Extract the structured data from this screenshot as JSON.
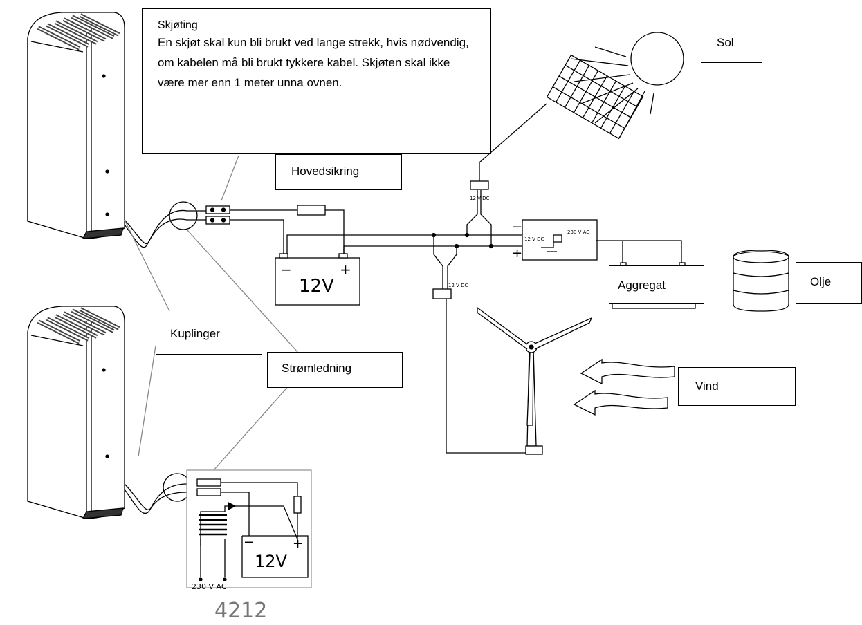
{
  "labels": {
    "skjoting_title": "Skjøting",
    "skjoting_text": "En skjøt skal kun bli brukt ved lange strekk, hvis nødvendig, om kabelen må bli brukt tykkere kabel. Skjøten skal ikke være mer enn 1 meter unna ovnen.",
    "hovedsikring": "Hovedsikring",
    "sol": "Sol",
    "aggregat": "Aggregat",
    "olje": "Olje",
    "kuplinger": "Kuplinger",
    "stromledning": "Strømledning",
    "vind": "Vind"
  },
  "drawing_text": {
    "battery_main": "12V",
    "battery_small": "12V",
    "minus": "−",
    "plus": "+",
    "solar_voltage": "12 V DC",
    "wind_voltage": "12 V DC",
    "inverter_in": "12 V DC",
    "inverter_out": "230 V AC",
    "charger_input": "230 V AC",
    "model_number": "4212"
  }
}
